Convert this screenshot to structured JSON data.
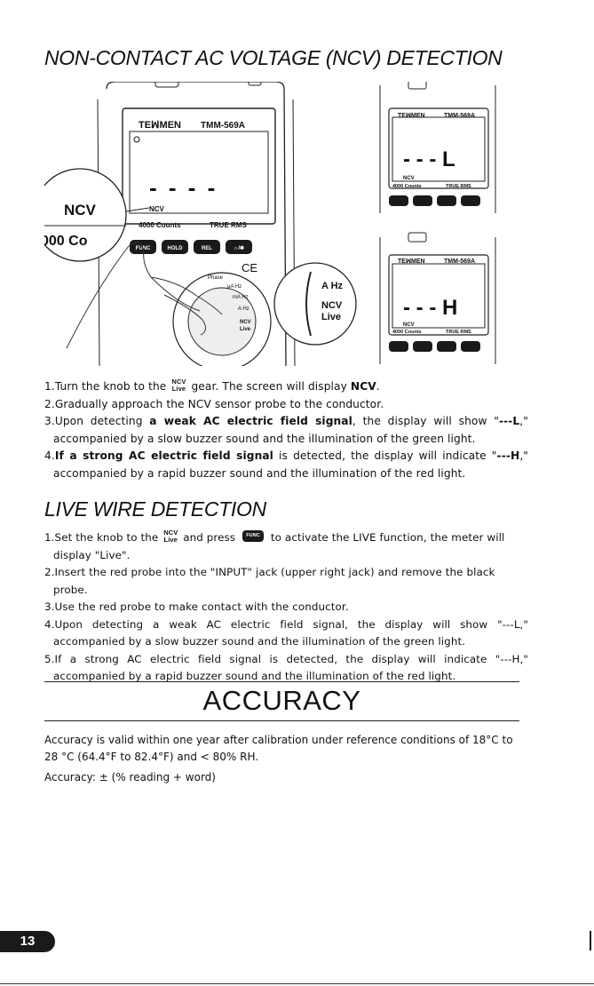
{
  "ncv_section": {
    "title": "NON-CONTACT AC VOLTAGE (NCV) DETECTION",
    "illustration": {
      "brand": "TEꟽMEN",
      "model": "TMM-569A",
      "counts_label": "4000 Counts",
      "rms_label": "TRUE RMS",
      "ncv_label": "NCV",
      "zoom_ncv": "NCV",
      "zoom_counts": "000 Co",
      "readout_blank": "- - - -",
      "readout_low": "- - - L",
      "readout_high": "- - - H",
      "buttons": [
        "FUNC",
        "HOLD",
        "REL",
        "☼/✱"
      ],
      "dial_labels": [
        "Phase",
        "µA Hz",
        "mA Hz",
        "A Hz",
        "NCV",
        "Live"
      ],
      "zoom_dial": [
        "A Hz",
        "NCV",
        "Live"
      ]
    },
    "steps": [
      {
        "num": "1.",
        "pre": "Turn the knob to the ",
        "glyph_top": "NCV",
        "glyph_bottom": "Live",
        "mid": " gear. The screen will display ",
        "bold": "NCV",
        "post": "."
      },
      {
        "num": "2.",
        "text": "Gradually approach the NCV sensor probe to the conductor."
      },
      {
        "num": "3.",
        "pre": "Upon detecting ",
        "bold": "a weak AC electric field signal",
        "mid": ", the display will show \"",
        "bold2": "---L",
        "post": ",\" accompanied by a slow buzzer sound and the illumination of the green light."
      },
      {
        "num": "4.",
        "bold": "If a strong AC electric field signal",
        "mid": " is detected, the display will indicate \"",
        "bold2": "---H",
        "post": ",\" accompanied by a rapid buzzer sound and the illumination of the red light."
      }
    ]
  },
  "live_section": {
    "title": "LIVE WIRE DETECTION",
    "steps": [
      {
        "num": "1.",
        "pre": "Set the knob to the ",
        "glyph_top": "NCV",
        "glyph_bottom": "Live",
        "mid": " and press ",
        "key": "FUNC",
        "post": " to activate the LIVE function, the meter will display \"Live\"."
      },
      {
        "num": "2.",
        "text": "Insert the red probe into the \"INPUT\" jack (upper right jack) and remove the black probe."
      },
      {
        "num": "3.",
        "text": "Use the red probe to make contact with the conductor."
      },
      {
        "num": "4.",
        "text": "Upon detecting a weak AC electric field signal, the display will show \"---L,\" accompanied by a slow buzzer sound and the illumination of the green light."
      },
      {
        "num": "5.",
        "text": "If a strong AC electric field signal is detected, the display will indicate \"---H,\" accompanied by a rapid buzzer sound and the illumination of the red light."
      }
    ]
  },
  "accuracy_section": {
    "title": "ACCURACY",
    "line1": "Accuracy is valid within one year after calibration under reference conditions of 18°C to 28 °C (64.4°F to 82.4°F) and < 80% RH.",
    "line2": "Accuracy: ± (% reading + word)"
  },
  "page_number": "13"
}
